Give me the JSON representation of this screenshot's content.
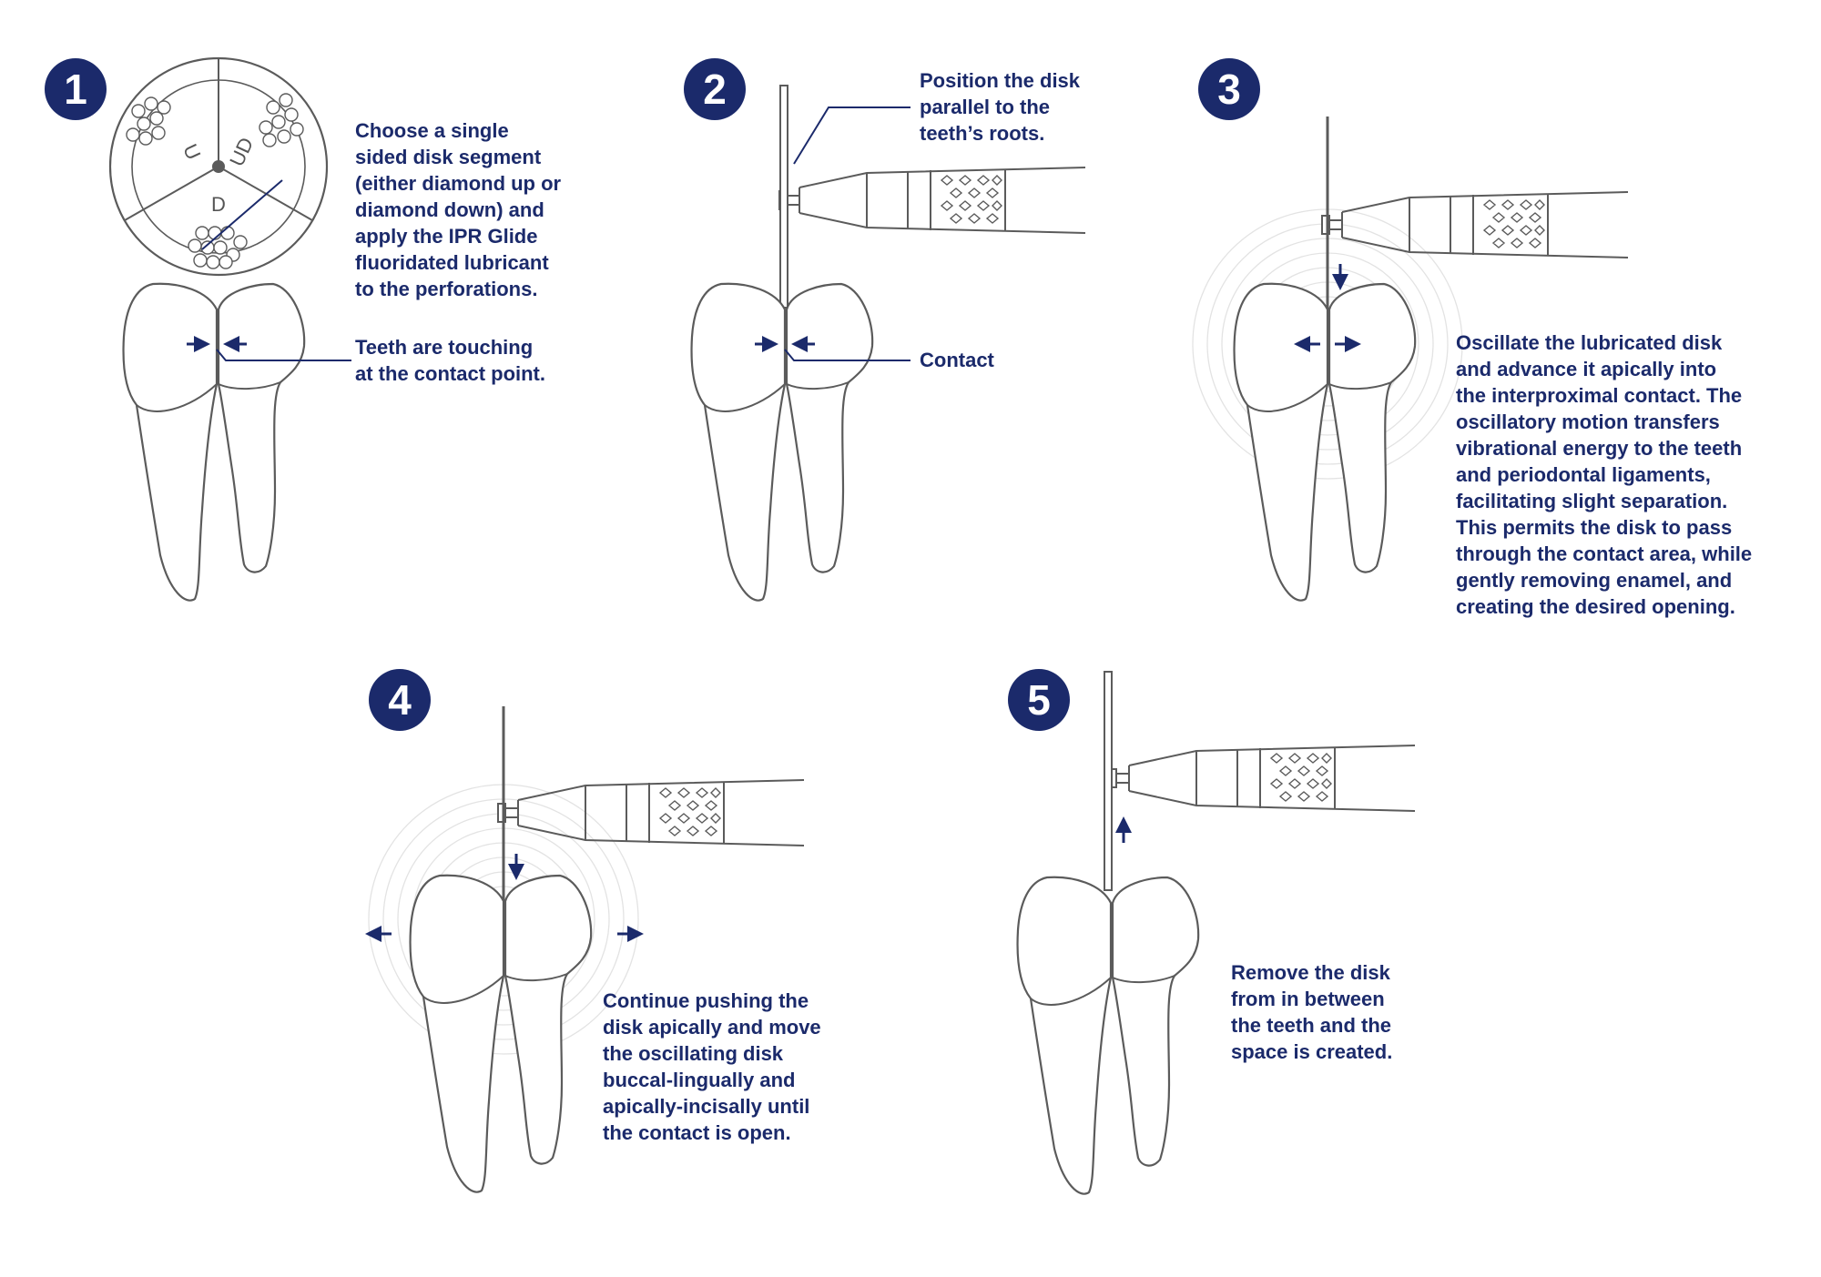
{
  "colors": {
    "navy": "#1b2a6b",
    "line": "#5b5b5b",
    "ring": "#e3e3e3"
  },
  "icons": [
    "tooth-icon",
    "disk-segment-icon",
    "handpiece-icon",
    "arrow-icon"
  ],
  "steps": [
    {
      "number": "1",
      "text": "Choose a single\nsided disk segment\n(either diamond up or\ndiamond down) and\napply the IPR Glide\nfluoridated lubricant\nto the perforations.",
      "callout": "Teeth are touching\nat the contact point.",
      "segment_labels": [
        "U",
        "UD",
        "D"
      ]
    },
    {
      "number": "2",
      "text": "Position the disk\nparallel to the\nteeth’s roots.",
      "callout": "Contact"
    },
    {
      "number": "3",
      "text": "Oscillate the lubricated disk\nand advance it apically into\nthe interproximal contact. The\noscillatory motion transfers\nvibrational energy to the teeth\nand periodontal ligaments,\nfacilitating slight separation.\nThis permits the disk to pass\nthrough the contact area, while\ngently removing enamel, and\ncreating the desired  opening."
    },
    {
      "number": "4",
      "text": "Continue pushing the\ndisk apically and move\nthe oscillating disk\nbuccal-lingually and\napically-incisally until\nthe contact is open."
    },
    {
      "number": "5",
      "text": "Remove the disk\nfrom in between\nthe teeth and the\nspace is created."
    }
  ]
}
